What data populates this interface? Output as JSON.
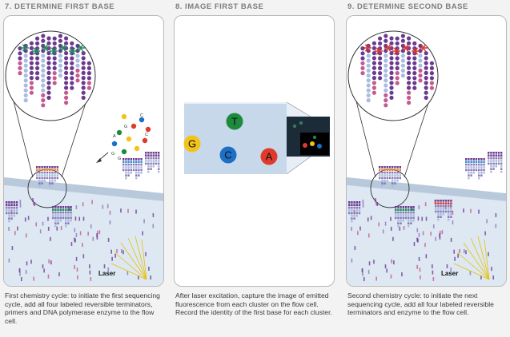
{
  "panels": [
    {
      "title": "7. DETERMINE FIRST BASE",
      "caption": "First chemistry cycle: to initiate the first sequencing cycle, add all four labeled reversible terminators, primers and DNA polymerase enzyme to the flow cell.",
      "laser_label": "Laser",
      "floating_bases": [
        "G",
        "G",
        "C",
        "A",
        "C",
        "G"
      ]
    },
    {
      "title": "8. IMAGE FIRST BASE",
      "caption": "After laser excitation, capture the image of emitted fluorescence from each cluster on the flow cell. Record the identity of the first base for each cluster.",
      "bases": [
        {
          "letter": "T",
          "color": "#1e8a3c"
        },
        {
          "letter": "G",
          "color": "#f2c318"
        },
        {
          "letter": "C",
          "color": "#1c6fc4"
        },
        {
          "letter": "A",
          "color": "#e03a2c"
        }
      ]
    },
    {
      "title": "9. DETERMINE SECOND BASE",
      "caption": "Second chemistry cycle: to initiate the next sequencing cycle, add all four labeled reversible terminators and enzyme to the flow cell.",
      "laser_label": "Laser"
    }
  ],
  "colors": {
    "strand_purple": "#6b3a8f",
    "strand_pink": "#c45a8e",
    "strand_blue": "#a8bde0",
    "flowcell": "#d4e2f1",
    "star_green": "#1e8a5c",
    "star_red": "#d8362a",
    "laser": "#e8c000"
  }
}
